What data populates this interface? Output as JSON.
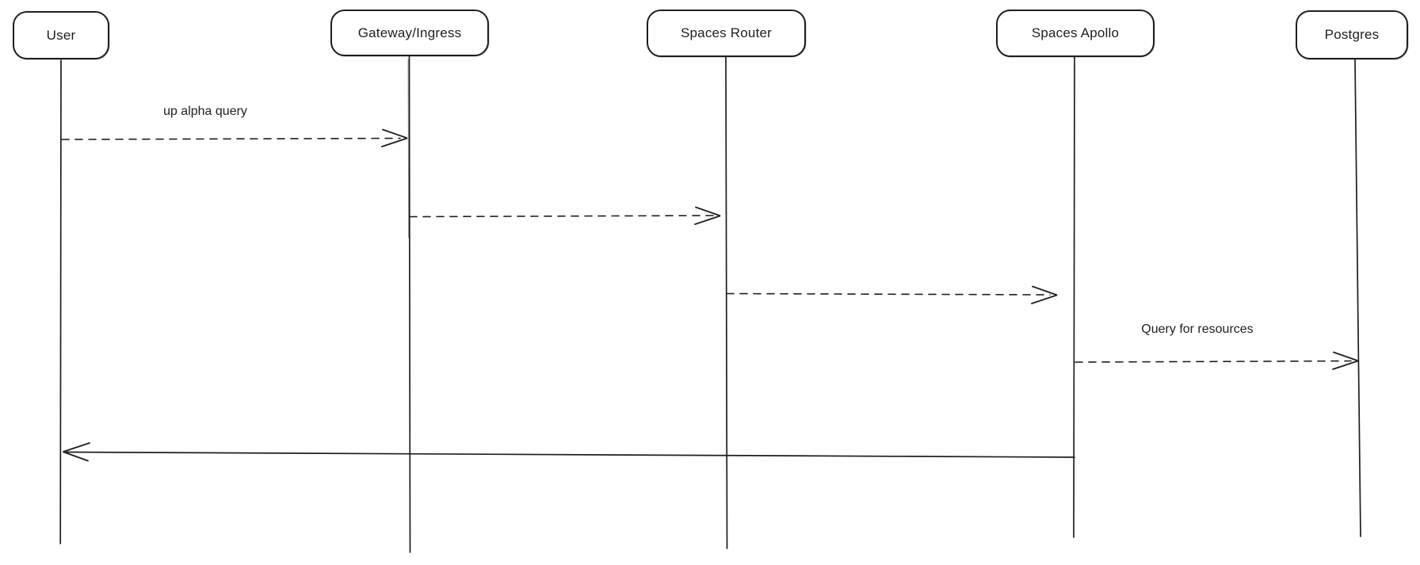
{
  "diagram": {
    "type": "sequence-diagram",
    "style": "hand-drawn",
    "background_color": "#ffffff",
    "stroke_color": "#1e1e1e",
    "text_color": "#1e1e1e",
    "actors": [
      {
        "id": "user",
        "label": "User"
      },
      {
        "id": "gateway",
        "label": "Gateway/Ingress"
      },
      {
        "id": "spaces-router",
        "label": "Spaces Router"
      },
      {
        "id": "spaces-apollo",
        "label": "Spaces Apollo"
      },
      {
        "id": "postgres",
        "label": "Postgres"
      }
    ],
    "messages": [
      {
        "from": "User",
        "to": "Gateway/Ingress",
        "label": "up alpha query",
        "line_style": "dashed",
        "direction": "right"
      },
      {
        "from": "Gateway/Ingress",
        "to": "Spaces Router",
        "label": "",
        "line_style": "dashed",
        "direction": "right"
      },
      {
        "from": "Spaces Router",
        "to": "Spaces Apollo",
        "label": "",
        "line_style": "dashed",
        "direction": "right"
      },
      {
        "from": "Spaces Apollo",
        "to": "Postgres",
        "label": "Query for resources",
        "line_style": "dashed",
        "direction": "right"
      },
      {
        "from": "Spaces Apollo",
        "to": "User",
        "label": "",
        "line_style": "solid",
        "direction": "left"
      }
    ]
  }
}
